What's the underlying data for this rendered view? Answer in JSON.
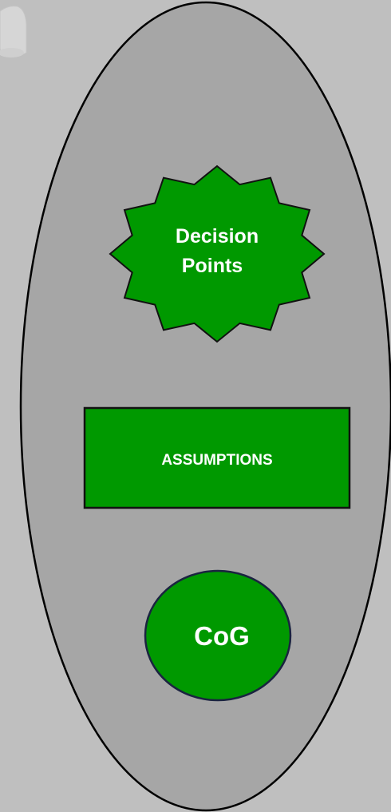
{
  "diagram": {
    "background_color": "#bfbfbf",
    "container_fill": "#a6a6a6",
    "shape_fill": "#009900",
    "label_color": "#ffffff",
    "decision_points": {
      "line1": "Decision",
      "line2": "Points"
    },
    "assumptions": {
      "label": "ASSUMPTIONS"
    },
    "cog": {
      "label": "CoG"
    }
  }
}
